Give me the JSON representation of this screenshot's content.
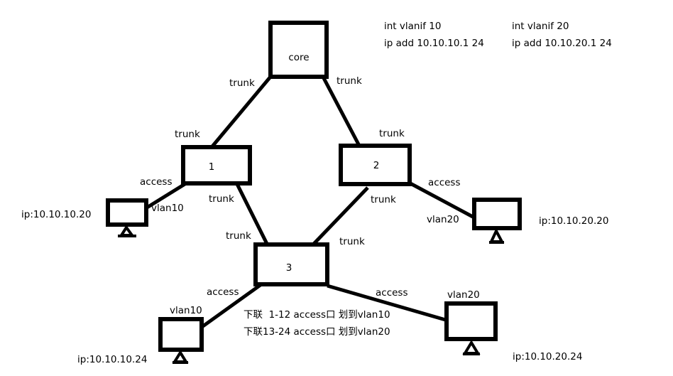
{
  "config": {
    "vlanif10": {
      "line1": "int vlanif 10",
      "line2": "ip add 10.10.10.1 24"
    },
    "vlanif20": {
      "line1": "int vlanif 20",
      "line2": "ip add 10.10.20.1 24"
    }
  },
  "switches": {
    "core": {
      "label": "core"
    },
    "sw1": {
      "label": "1"
    },
    "sw2": {
      "label": "2"
    },
    "sw3": {
      "label": "3"
    }
  },
  "links": {
    "core_sw1": {
      "near_core": "trunk",
      "near_sw": "trunk"
    },
    "core_sw2": {
      "near_core": "trunk",
      "near_sw": "trunk"
    },
    "sw1_sw3": {
      "near_sw1": "trunk",
      "near_sw3": "trunk"
    },
    "sw2_sw3": {
      "near_sw2": "trunk",
      "near_sw3": "trunk"
    },
    "sw1_pc1": {
      "port": "access",
      "vlan": "vlan10"
    },
    "sw2_pc2": {
      "port": "access",
      "vlan": "vlan20"
    },
    "sw3_pc3": {
      "port": "access",
      "vlan": "vlan10"
    },
    "sw3_pc4": {
      "port": "access",
      "vlan": "vlan20"
    }
  },
  "hosts": {
    "pc1": {
      "ip": "ip:10.10.10.20"
    },
    "pc2": {
      "ip": "ip:10.10.20.20"
    },
    "pc3": {
      "ip": "ip:10.10.10.24"
    },
    "pc4": {
      "ip": "ip:10.10.20.24"
    }
  },
  "notes": {
    "line1": "下联  1-12 access口 划到vlan10",
    "line2": "下联13-24 access口 划到vlan20"
  }
}
